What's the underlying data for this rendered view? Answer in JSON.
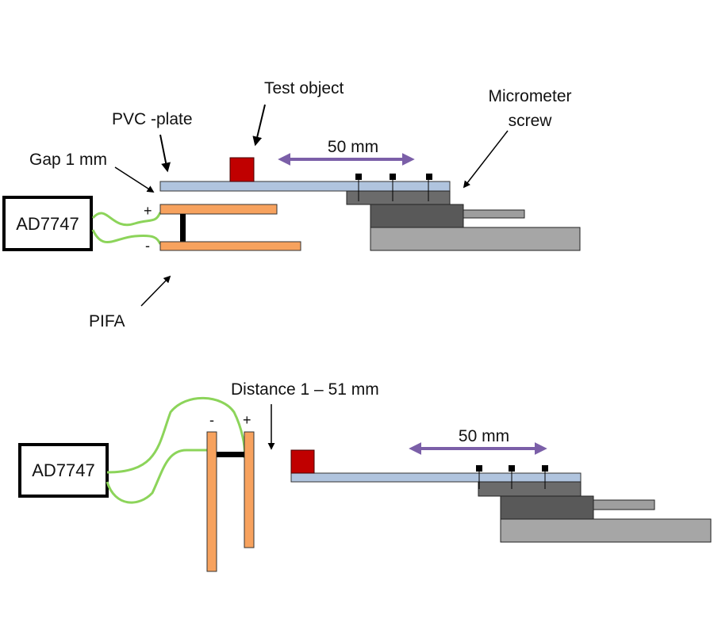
{
  "colors": {
    "pvc_plate": "#b0c4de",
    "test_object": "#c00000",
    "pifa": "#f7a25e",
    "wire": "#8cd45a",
    "arrow_range": "#7b5fa8",
    "stage_upper": "#6b6b6b",
    "stage_middle": "#595959",
    "stage_base": "#a6a6a6",
    "screw_shaft": "#9e9e9e"
  },
  "top_setup": {
    "device_label": "AD7747",
    "labels": {
      "test_object": "Test object",
      "pvc_plate": "PVC -plate",
      "gap": "Gap 1 mm",
      "micrometer_line1": "Micrometer",
      "micrometer_line2": "screw",
      "range": "50 mm",
      "pifa": "PIFA",
      "plus": "+",
      "minus": "-"
    }
  },
  "bottom_setup": {
    "device_label": "AD7747",
    "labels": {
      "distance": "Distance 1 – 51 mm",
      "range": "50 mm",
      "plus": "+",
      "minus": "-"
    }
  }
}
